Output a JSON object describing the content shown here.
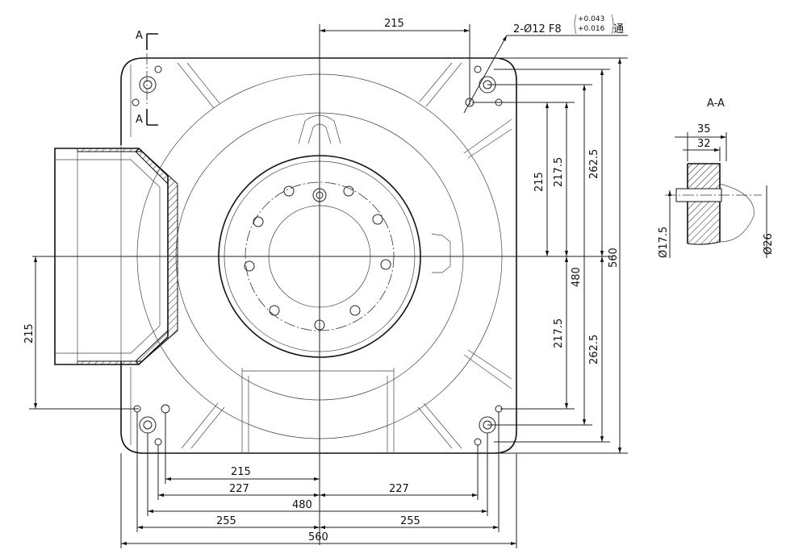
{
  "drawing": {
    "hole_callout": {
      "main": "2-Ø12 F8",
      "tol_upper": "+0.043",
      "tol_lower": "+0.016",
      "suffix": "通"
    },
    "section_marker": "A",
    "section_title": "A-A",
    "dimensions": {
      "top_215": "215",
      "right_215": "215",
      "right_217_5_upper": "217.5",
      "right_262_5_upper": "262.5",
      "right_480": "480",
      "right_217_5_lower": "217.5",
      "right_262_5_lower": "262.5",
      "right_560": "560",
      "left_215": "215",
      "bottom_215": "215",
      "bottom_227_left": "227",
      "bottom_227_right": "227",
      "bottom_480": "480",
      "bottom_255_left": "255",
      "bottom_255_right": "255",
      "bottom_560": "560"
    },
    "section_dims": {
      "d35": "35",
      "d32": "32",
      "phi17_5": "Ø17.5",
      "phi26": "Ø26"
    }
  }
}
